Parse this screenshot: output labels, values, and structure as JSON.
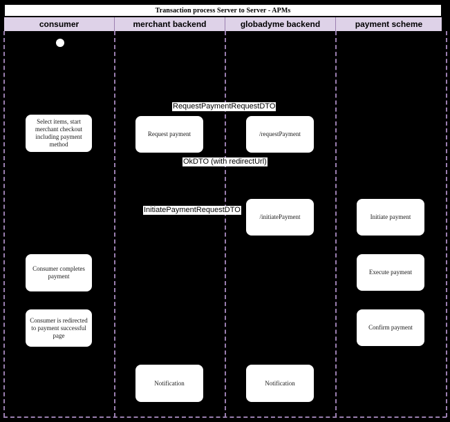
{
  "diagram": {
    "title": "Transaction process Server to Server - APMs",
    "background_color": "#000000",
    "accent_color": "#9b7fb0",
    "lane_header_color": "#ded2e8",
    "box_color": "#ffffff"
  },
  "lanes": [
    {
      "id": "consumer",
      "label": "consumer"
    },
    {
      "id": "merchant-backend",
      "label": "merchant backend"
    },
    {
      "id": "globadyme-backend",
      "label": "globadyme backend"
    },
    {
      "id": "payment-scheme",
      "label": "payment scheme"
    }
  ],
  "start_node": {
    "name": "start-node",
    "shape": "filled-circle"
  },
  "activities": [
    {
      "lane": "consumer",
      "label": "Select items, start merchant checkout including payment method"
    },
    {
      "lane": "merchant-backend",
      "label": "Request payment"
    },
    {
      "lane": "globadyme-backend",
      "label": "/requestPayment"
    },
    {
      "lane": "globadyme-backend",
      "label": "/initiatePayment"
    },
    {
      "lane": "payment-scheme",
      "label": "Initiate payment"
    },
    {
      "lane": "consumer",
      "label": "Consumer completes payment"
    },
    {
      "lane": "payment-scheme",
      "label": "Execute payment"
    },
    {
      "lane": "consumer",
      "label": "Consumer is redirected to payment successful page"
    },
    {
      "lane": "payment-scheme",
      "label": "Confirm payment"
    },
    {
      "lane": "merchant-backend",
      "label": "Notification"
    },
    {
      "lane": "globadyme-backend",
      "label": "Notification"
    }
  ],
  "messages": [
    {
      "label": "RequestPaymentRequestDTO"
    },
    {
      "label": "OkDTO (with redirectUrl)"
    },
    {
      "label": "InitiatePaymentRequestDTO"
    }
  ]
}
